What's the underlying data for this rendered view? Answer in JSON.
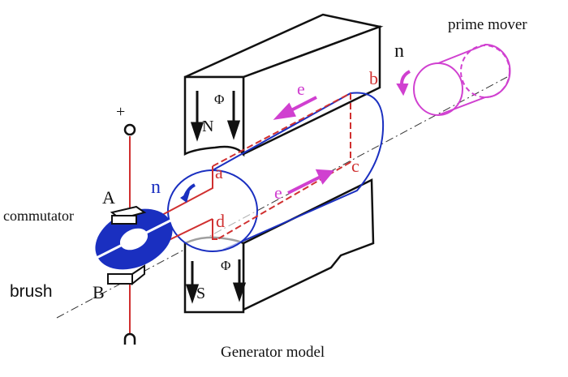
{
  "labels": {
    "prime_mover": "prime mover",
    "n_prime": "n",
    "plus": "+",
    "north": "N",
    "south": "S",
    "phi_top": "Φ",
    "phi_bottom": "Φ",
    "e_top": "e",
    "e_bottom": "e",
    "a": "a",
    "b": "b",
    "c": "c",
    "d": "d",
    "n_rotor": "n",
    "brush_a": "A",
    "brush_b": "B",
    "commutator": "commutator",
    "brush": "brush",
    "caption": "Generator model"
  },
  "colors": {
    "wire": "#d03030",
    "rotor": "#1a2fc0",
    "emf": "#d040d0",
    "outline": "#111111"
  }
}
